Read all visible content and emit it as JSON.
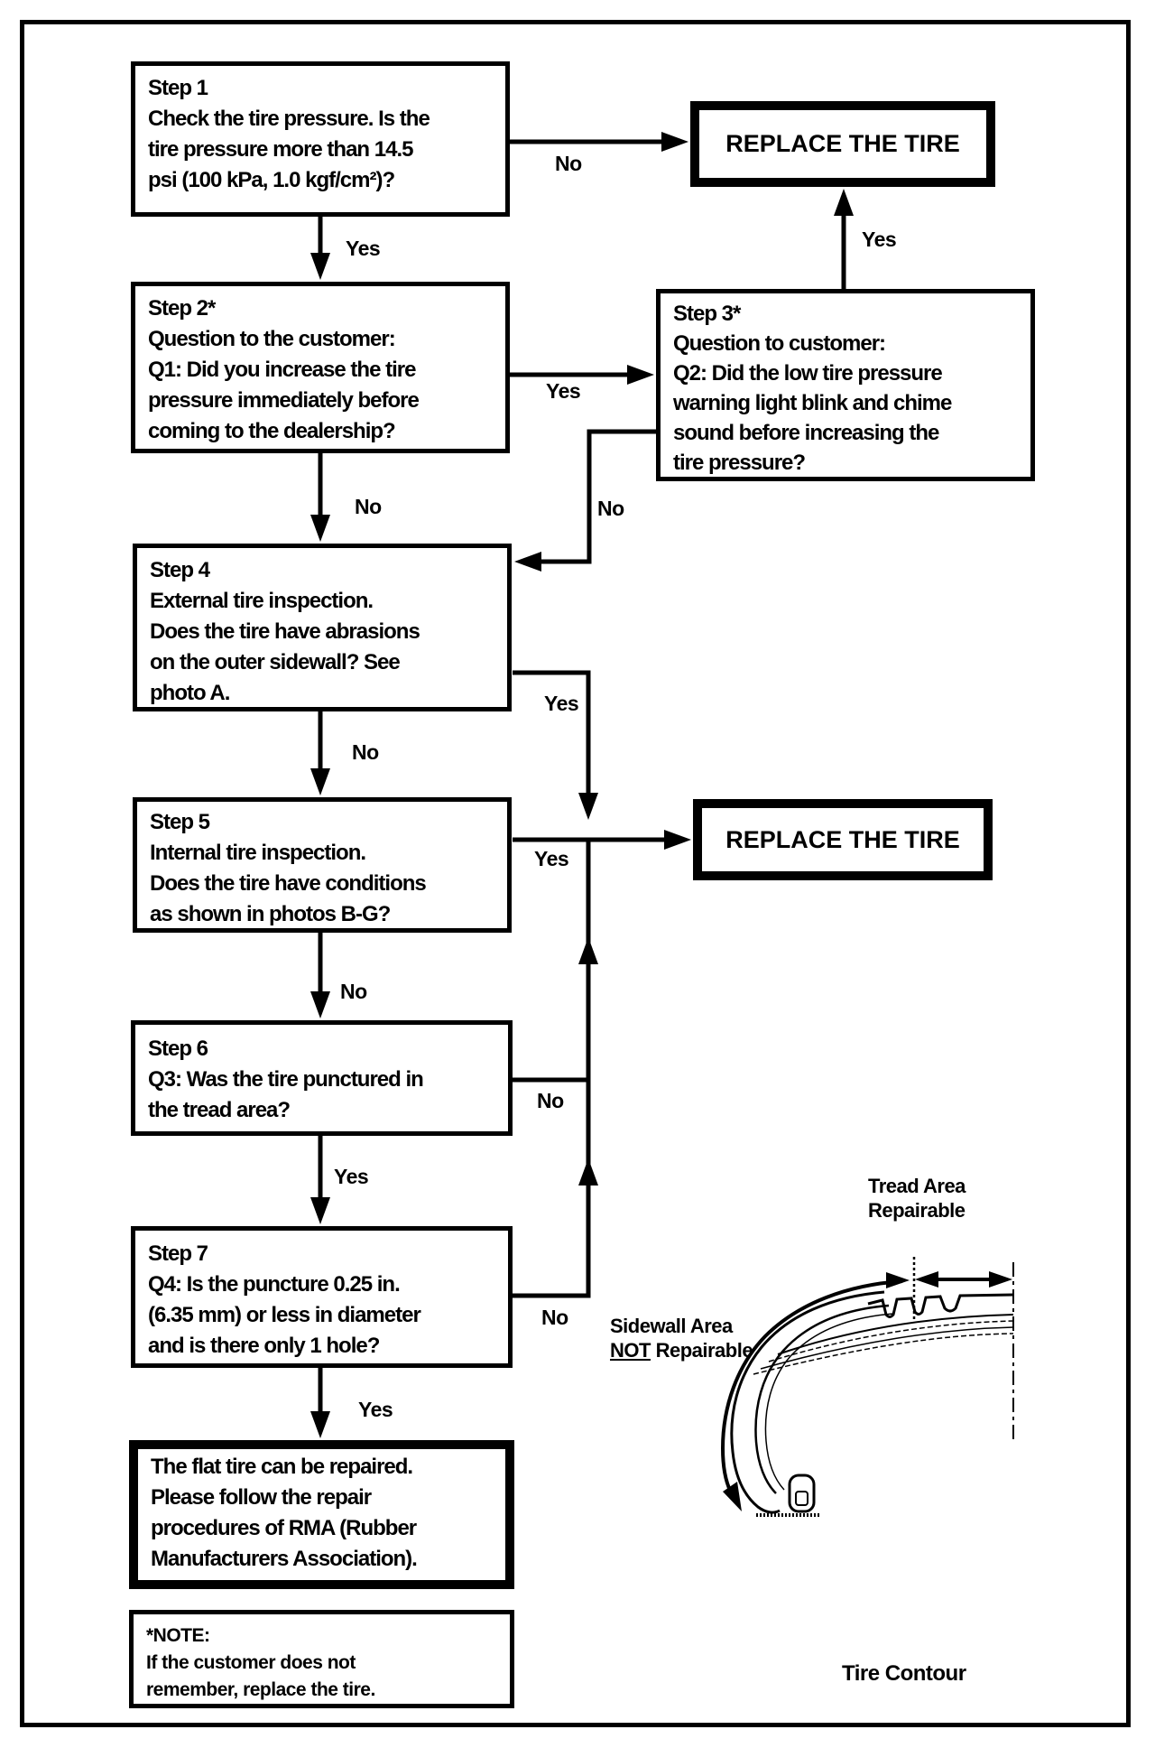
{
  "flowchart": {
    "steps": {
      "s1": "Step 1\nCheck the tire pressure. Is the\ntire pressure more than 14.5\npsi (100 kPa, 1.0 kgf/cm²)?",
      "s2": "Step 2*\nQuestion to the customer:\nQ1: Did you increase the tire\npressure immediately before\ncoming to the dealership?",
      "s3": "Step 3*\nQuestion to customer:\nQ2: Did the low tire pressure\nwarning light blink and chime\nsound before increasing the\ntire pressure?",
      "s4": "Step 4\nExternal tire inspection.\nDoes the tire have abrasions\non the outer sidewall? See\nphoto A.",
      "s5": "Step 5\nInternal tire inspection.\nDoes the tire have conditions\nas shown in photos B-G?",
      "s6": "Step 6\nQ3: Was the tire punctured in\nthe tread area?",
      "s7": "Step 7\nQ4: Is the puncture 0.25 in.\n(6.35 mm) or less in diameter\nand is there only 1 hole?"
    },
    "replace_top": "REPLACE THE TIRE",
    "replace_mid": "REPLACE THE TIRE",
    "repaired": "The flat tire can be repaired.\nPlease follow the repair\nprocedures of RMA (Rubber\nManufacturers Association).",
    "note": "*NOTE:\nIf the customer does not\nremember, replace the tire.",
    "edge_labels": {
      "s1_no": "No",
      "s1_yes": "Yes",
      "s2_yes": "Yes",
      "s2_no": "No",
      "s3_yes": "Yes",
      "s3_no": "No",
      "s4_yes": "Yes",
      "s4_no": "No",
      "s5_yes": "Yes",
      "s5_no": "No",
      "s6_yes": "Yes",
      "s6_no": "No",
      "s7_yes": "Yes",
      "s7_no": "No"
    }
  },
  "tire_diagram": {
    "tread_label": "Tread Area\nRepairable",
    "sidewall_line1": "Sidewall Area",
    "sidewall_not": "NOT",
    "sidewall_rest": " Repairable",
    "contour_label": "Tire Contour"
  },
  "colors": {
    "ink": "#000000",
    "paper": "#ffffff"
  }
}
